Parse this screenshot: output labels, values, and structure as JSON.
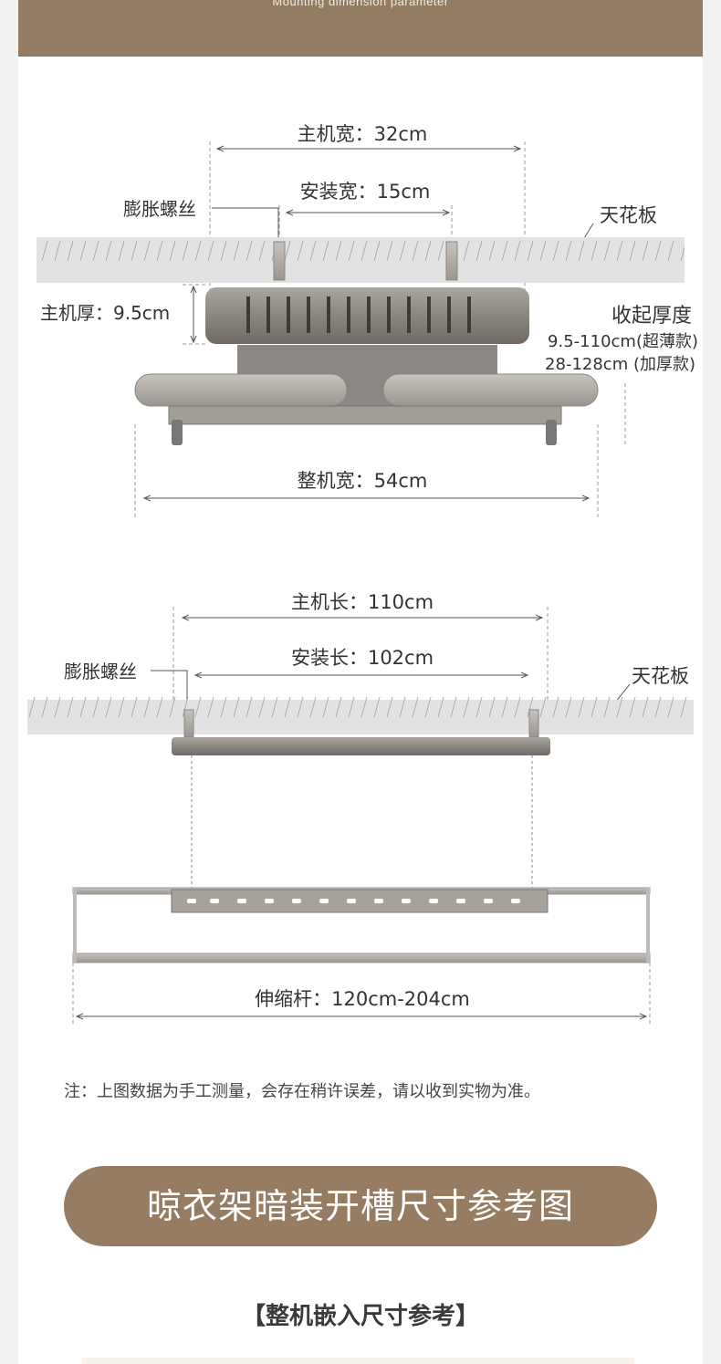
{
  "header": {
    "subtitle": "Mounting dimension parameter"
  },
  "diagram1": {
    "host_width": "主机宽：32cm",
    "install_width": "安装宽：15cm",
    "expansion_screw": "膨胀螺丝",
    "ceiling": "天花板",
    "host_thickness": "主机厚：9.5cm",
    "folded_thickness_title": "收起厚度",
    "folded_thin": "9.5-110cm(超薄款)",
    "folded_thick": "28-128cm (加厚款)",
    "total_width": "整机宽：54cm"
  },
  "diagram2": {
    "host_length": "主机长：110cm",
    "install_length": "安装长：102cm",
    "expansion_screw": "膨胀螺丝",
    "ceiling": "天花板",
    "telescopic_rod": "伸缩杆：120cm-204cm"
  },
  "note": "注：上图数据为手工测量，会存在稍许误差，请以收到实物为准。",
  "banner": "晾衣架暗装开槽尺寸参考图",
  "subheading": "【整机嵌入尺寸参考】",
  "colors": {
    "brand": "#927c64",
    "banner": "#957c62"
  }
}
